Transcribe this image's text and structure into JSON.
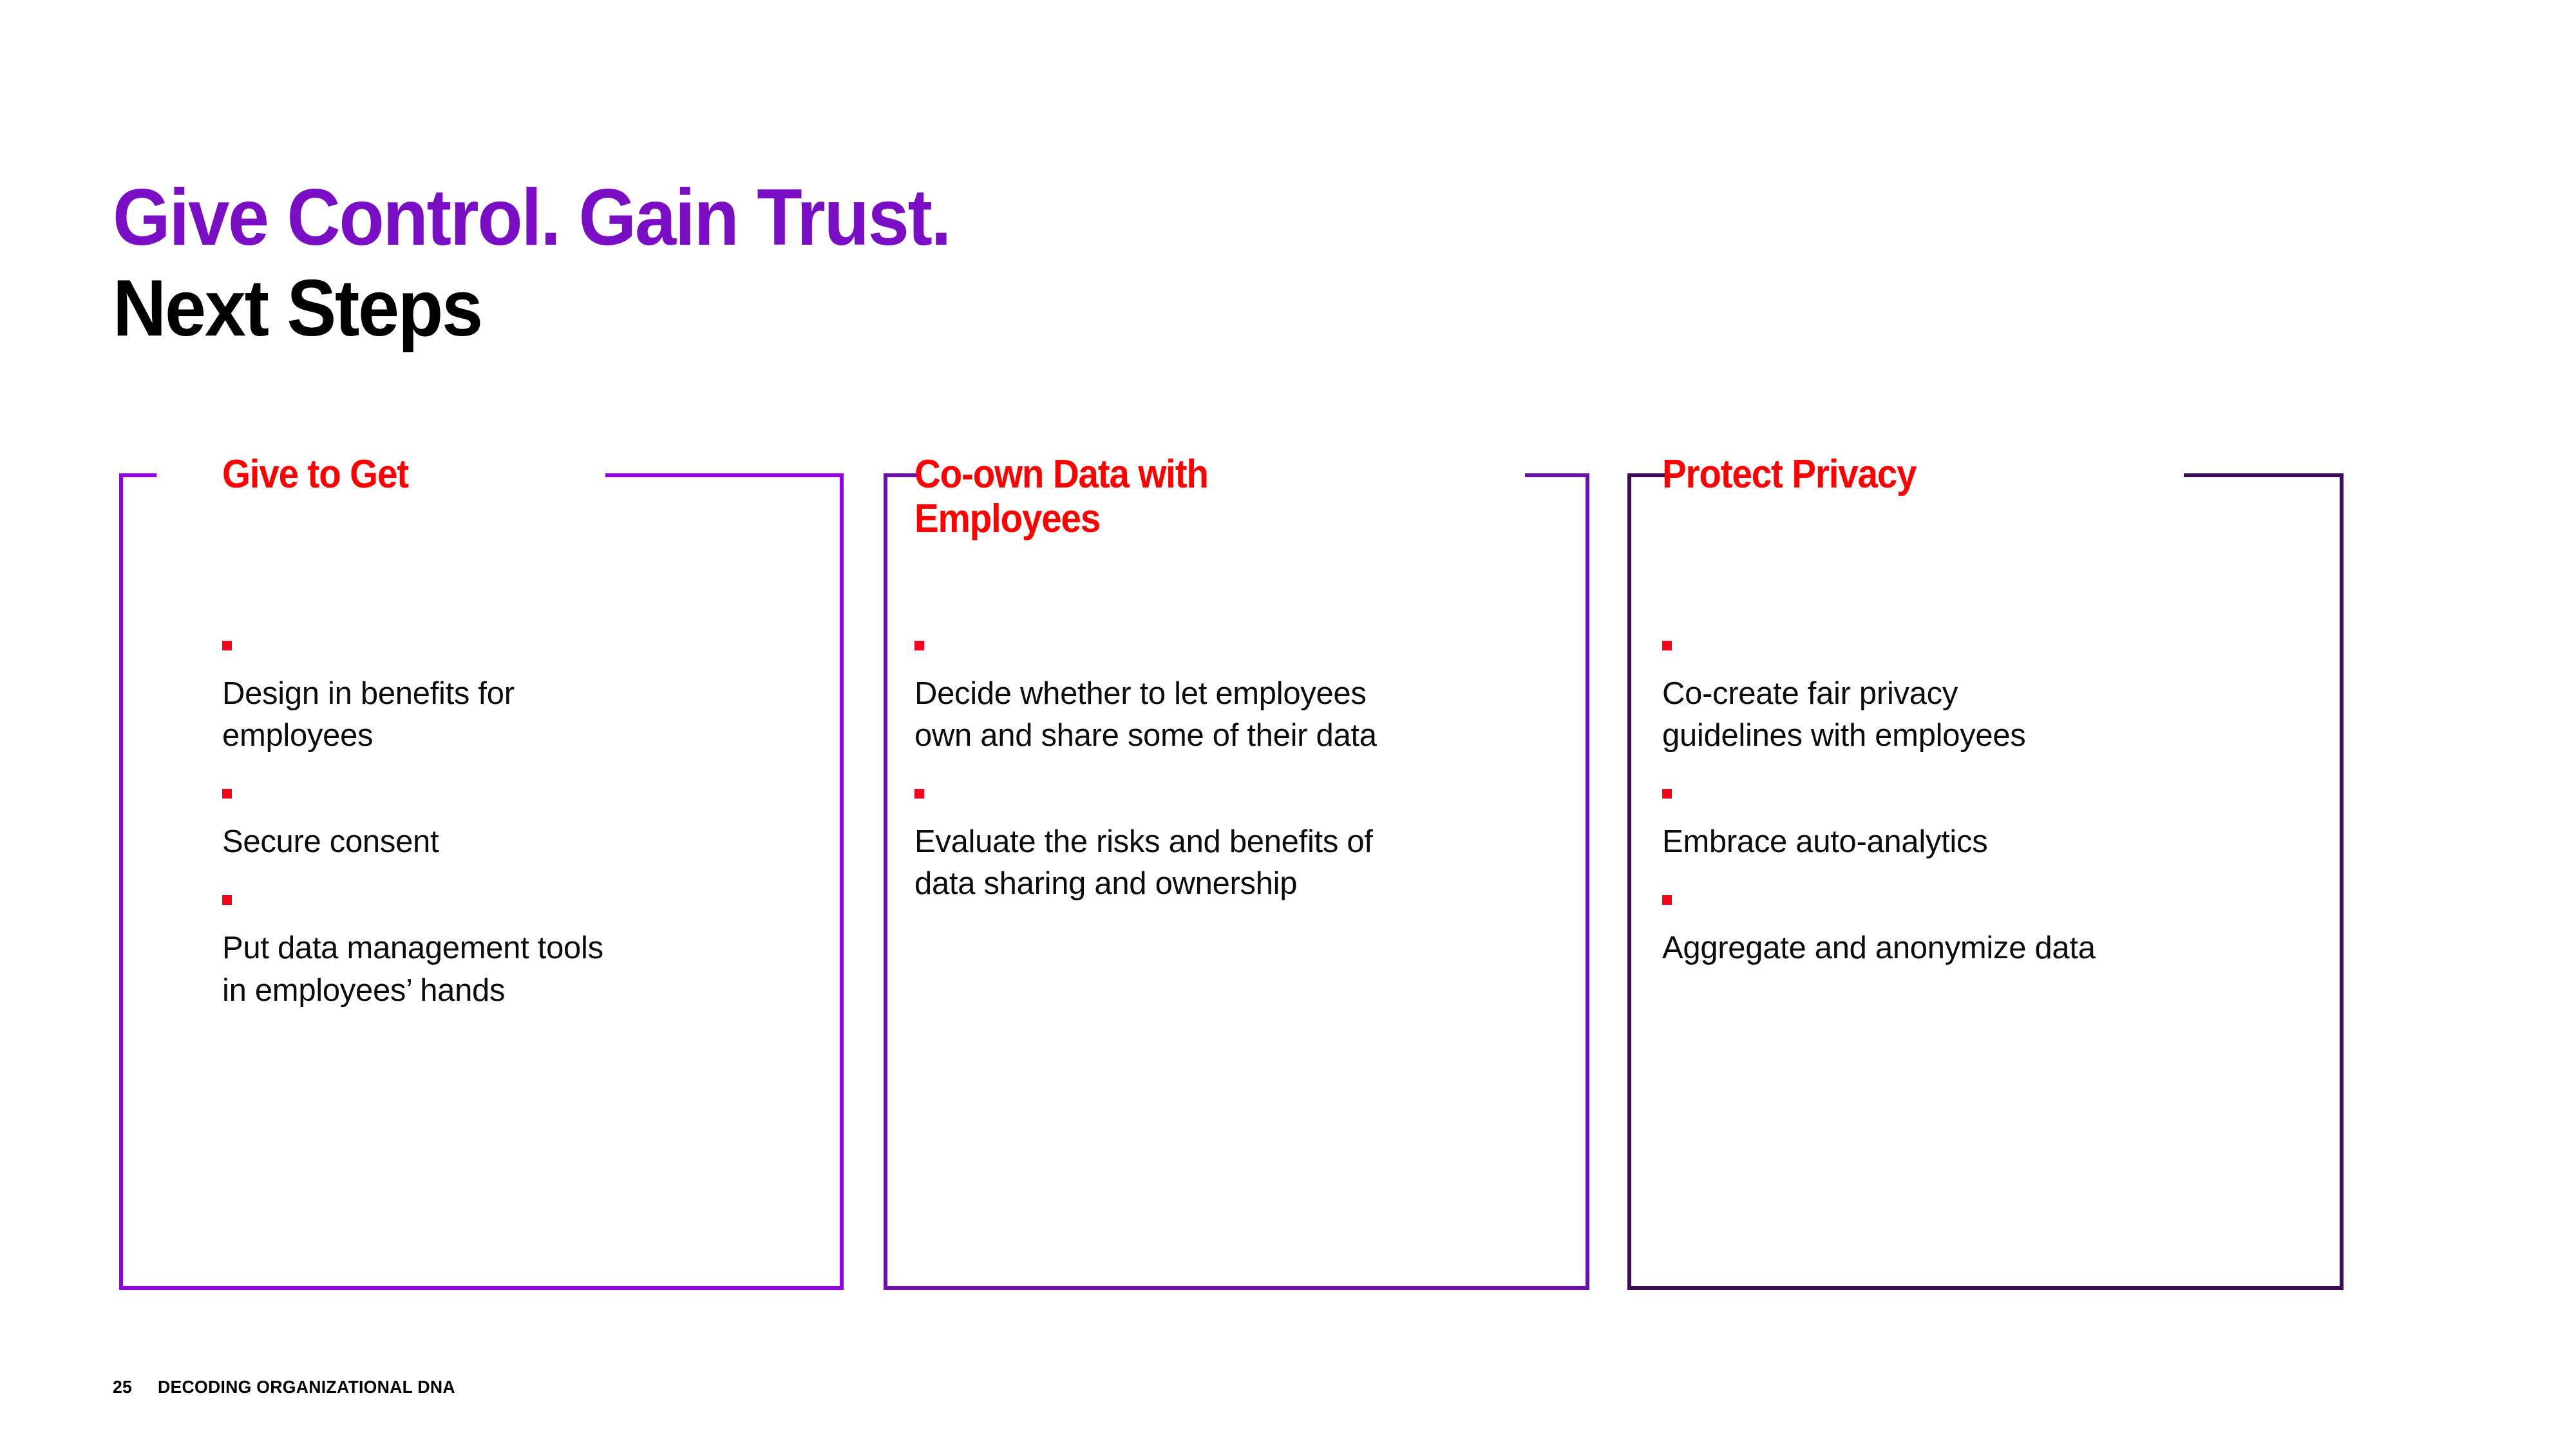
{
  "slide": {
    "title_line_1": "Give Control. Gain Trust.",
    "title_line_2": "Next Steps",
    "title_color": "#7a0ec4",
    "heading_color": "#ff0000",
    "bullet_color": "#f5041b",
    "background": "#ffffff"
  },
  "columns": [
    {
      "heading": "Give to Get",
      "border_color": "#9500e8",
      "bullets": [
        "Design in benefits for\nemployees",
        "Secure consent",
        "Put data management tools\nin employees’ hands"
      ]
    },
    {
      "heading": "Co-own Data with\nEmployees",
      "border_color": "#6b10b0",
      "bullets": [
        "Decide whether to let employees\nown and share some of their data",
        "Evaluate the risks and benefits of\ndata sharing and ownership"
      ]
    },
    {
      "heading": "Protect Privacy",
      "border_color": "#3d0a5c",
      "bullets": [
        "Co-create fair privacy\nguidelines with employees",
        "Embrace auto-analytics",
        "Aggregate and anonymize data"
      ]
    }
  ],
  "footer": {
    "page_number": "25",
    "deck_name": "DECODING ORGANIZATIONAL DNA"
  }
}
